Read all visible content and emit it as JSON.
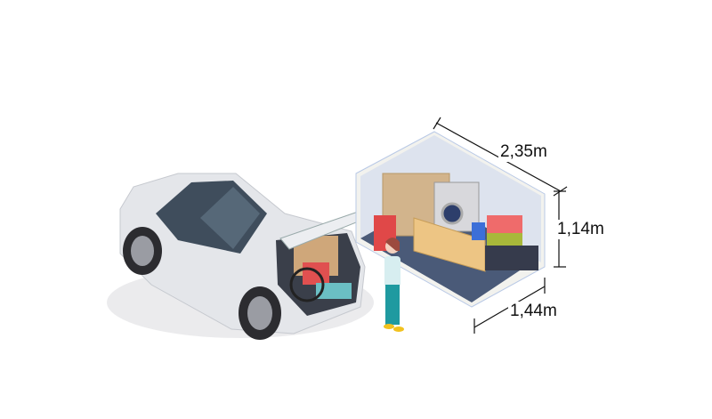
{
  "dimensions": {
    "length": "2,35m",
    "height": "1,14m",
    "depth": "1,44m"
  },
  "colors": {
    "floor": "#4a5a78",
    "wall": "#dde3ee",
    "car_body": "#e4e6ea",
    "box": "#d2b48c",
    "suitcase_red": "#ef6b6b"
  }
}
